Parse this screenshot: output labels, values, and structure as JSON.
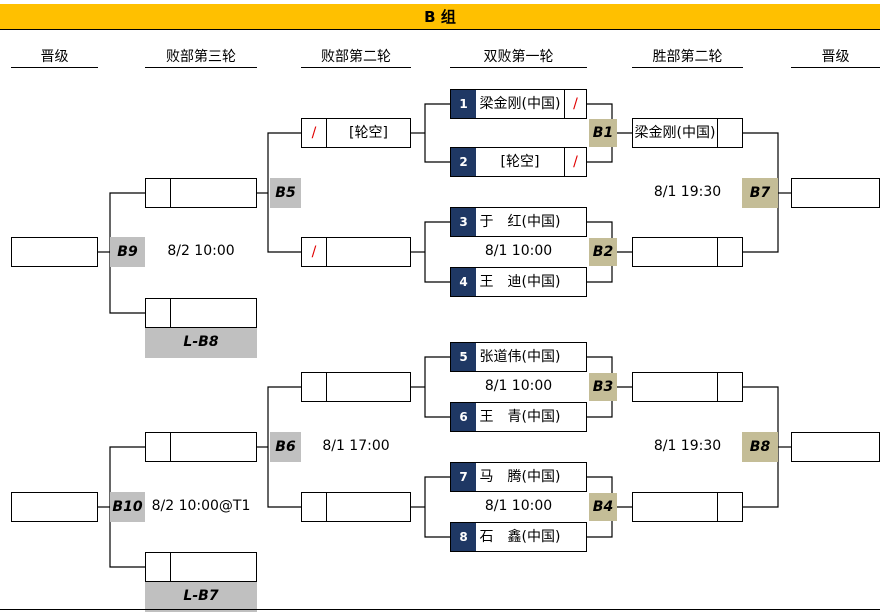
{
  "title": "B  组",
  "headers": [
    "晋级",
    "败部第三轮",
    "败部第二轮",
    "双败第一轮",
    "胜部第二轮",
    "晋级"
  ],
  "players": [
    {
      "seed": "1",
      "name": "梁金刚(中国)",
      "slash": "/"
    },
    {
      "seed": "2",
      "name": "[轮空]",
      "slash": "/"
    },
    {
      "seed": "3",
      "name": "于　红(中国)"
    },
    {
      "seed": "4",
      "name": "王　迪(中国)"
    },
    {
      "seed": "5",
      "name": "张道伟(中国)"
    },
    {
      "seed": "6",
      "name": "王　青(中国)"
    },
    {
      "seed": "7",
      "name": "马　腾(中国)"
    },
    {
      "seed": "8",
      "name": "石　鑫(中国)"
    }
  ],
  "matches": {
    "B1": "B1",
    "B2": "B2",
    "B3": "B3",
    "B4": "B4",
    "B5": "B5",
    "B6": "B6",
    "B7": "B7",
    "B8": "B8",
    "B9": "B9",
    "B10": "B10"
  },
  "times": {
    "B2": "8/1 10:00",
    "B3": "8/1 10:00",
    "B4": "8/1 10:00",
    "B6": "8/1 17:00",
    "B7": "8/1 19:30",
    "B8": "8/1 19:30",
    "B9": "8/2 10:00",
    "B10": "8/2 10:00@T1"
  },
  "winners_r2": {
    "B1_winner": "梁金刚(中国)"
  },
  "losers_r2": {
    "bye": "[轮空]",
    "slash": "/"
  },
  "losers_r3": {
    "L_B8": "L-B8",
    "L_B7": "L-B7"
  }
}
